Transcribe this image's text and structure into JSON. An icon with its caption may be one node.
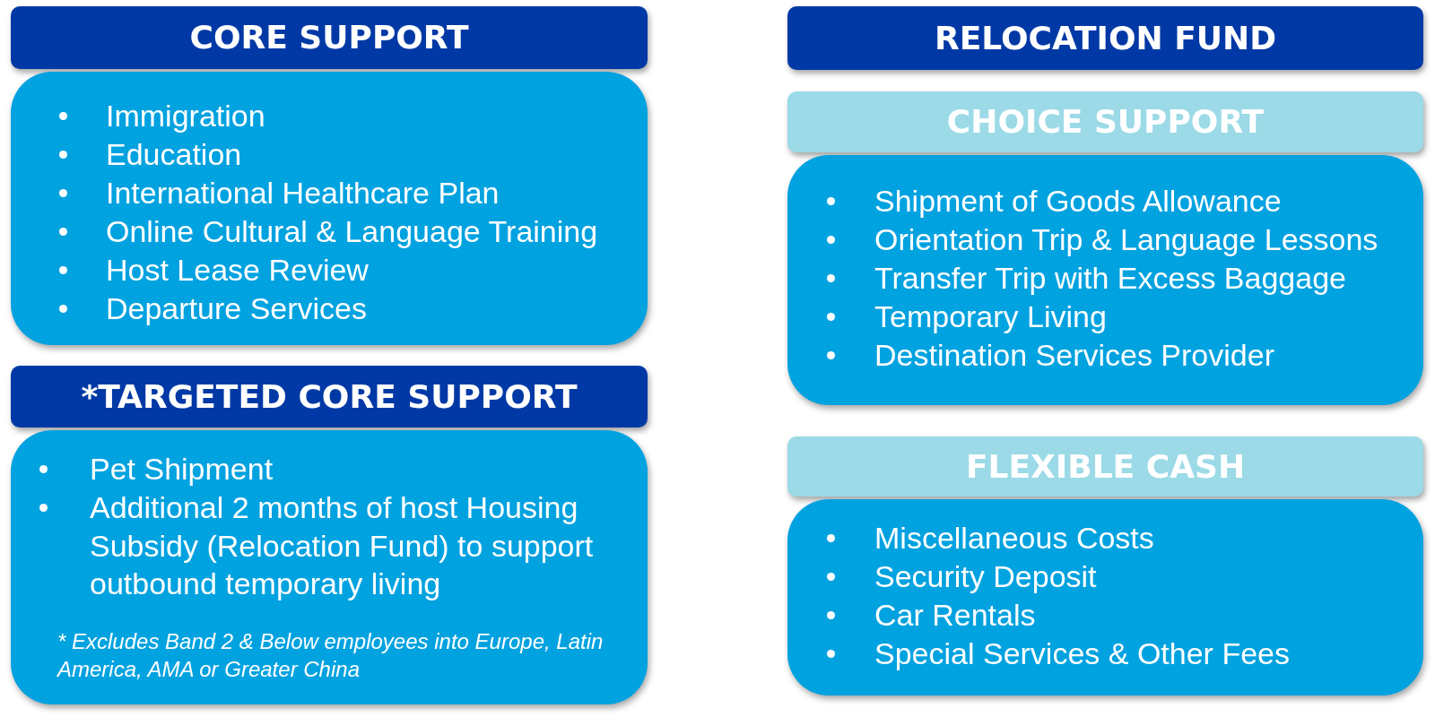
{
  "diagram": {
    "nodes": [
      {
        "text": [
          "CORE SUPPORT"
        ]
      },
      {
        "text": [
          "Immigration",
          "Education",
          "International Healthcare Plan",
          "Online Cultural & Language Training",
          "Host Lease Review",
          "Departure Services"
        ]
      },
      {
        "text": [
          "*TARGETED CORE SUPPORT"
        ]
      },
      {
        "text": [
          "Pet Shipment",
          "Additional 2 months of host Housing Subsidy (Relocation Fund) to support outbound temporary living",
          "* Excludes Band 2 & Below employees into Europe, Latin America, AMA or Greater China"
        ]
      },
      {
        "text": [
          "RELOCATION FUND"
        ]
      },
      {
        "text": [
          "CHOICE SUPPORT"
        ]
      },
      {
        "text": [
          "Shipment of Goods Allowance",
          "Orientation Trip & Language Lessons",
          "Transfer Trip with Excess Baggage",
          "Temporary Living",
          "Destination Services Provider"
        ]
      },
      {
        "text": [
          "FLEXIBLE CASH"
        ]
      },
      {
        "text": [
          "Miscellaneous Costs",
          "Security Deposit",
          "Car Rentals",
          "Special Services & Other Fees"
        ]
      }
    ]
  }
}
